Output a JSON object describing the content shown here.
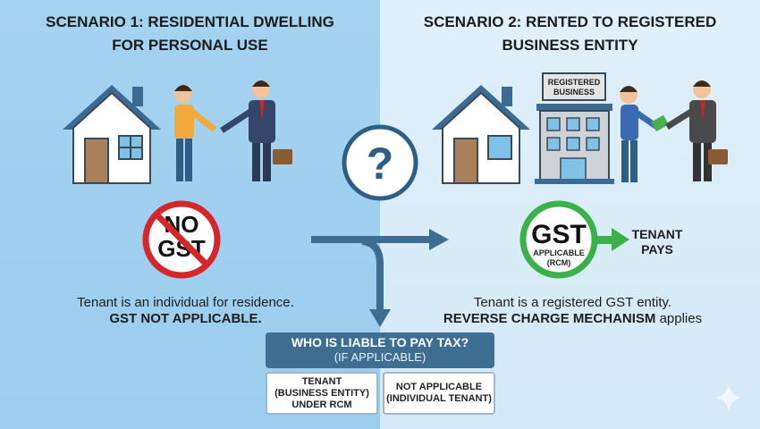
{
  "scenario1": {
    "title_line1": "SCENARIO 1: RESIDENTIAL DWELLING",
    "title_line2": "FOR PERSONAL USE",
    "badge_line1": "NO",
    "badge_line2": "GST",
    "desc_line1": "Tenant is an individual for residence.",
    "desc_line2": "GST NOT APPLICABLE."
  },
  "scenario2": {
    "title_line1": "SCENARIO 2: RENTED TO REGISTERED",
    "title_line2": "BUSINESS ENTITY",
    "building_sign_line1": "REGISTERED",
    "building_sign_line2": "BUSINESS",
    "badge_main": "GST",
    "badge_sub1": "APPLICABLE",
    "badge_sub2": "(RCM)",
    "arrow_label_line1": "TENANT",
    "arrow_label_line2": "PAYS",
    "desc_line1": "Tenant is a registered GST entity.",
    "desc_bold": "REVERSE CHARGE MECHANISM",
    "desc_rest": " applies"
  },
  "center": {
    "question_mark": "?"
  },
  "liability": {
    "heading": "WHO IS LIABLE TO PAY TAX?",
    "subheading": "(IF APPLICABLE)",
    "option_business_l1": "TENANT",
    "option_business_l2": "(BUSINESS ENTITY)",
    "option_business_l3": "UNDER RCM",
    "option_individual_l1": "NOT APPLICABLE",
    "option_individual_l2": "(INDIVIDUAL TENANT)"
  },
  "colors": {
    "dark_blue": "#2e5e85",
    "green": "#3cb04a",
    "red": "#d7262b"
  }
}
